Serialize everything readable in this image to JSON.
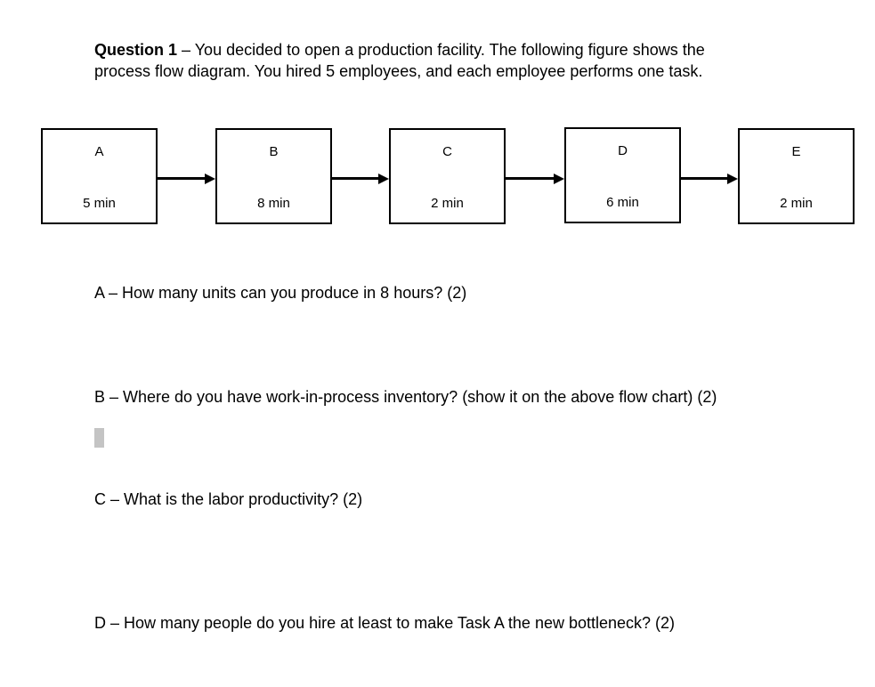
{
  "header": {
    "bold_prefix": "Question 1",
    "line1_rest": " – You decided to open a production facility. The following figure shows the",
    "line2": "process flow diagram. You hired 5 employees, and each employee performs one task."
  },
  "diagram": {
    "tasks": [
      {
        "label": "A",
        "time": "5 min"
      },
      {
        "label": "B",
        "time": "8 min"
      },
      {
        "label": "C",
        "time": "2 min"
      },
      {
        "label": "D",
        "time": "6 min"
      },
      {
        "label": "E",
        "time": "2 min"
      }
    ],
    "arrow_count": 4
  },
  "questions": [
    {
      "text": "A – How many units can you produce in 8 hours? (2)"
    },
    {
      "text": "B – Where do you have work-in-process inventory? (show it on the above flow chart) (2)"
    },
    {
      "text": "C – What is the labor productivity? (2)"
    },
    {
      "text": "D – How many people do you hire at least to make Task A the new bottleneck? (2)"
    }
  ],
  "colors": {
    "text": "#000000",
    "background": "#ffffff",
    "box_border": "#000000",
    "selection_gray": "#c4c4c4"
  }
}
